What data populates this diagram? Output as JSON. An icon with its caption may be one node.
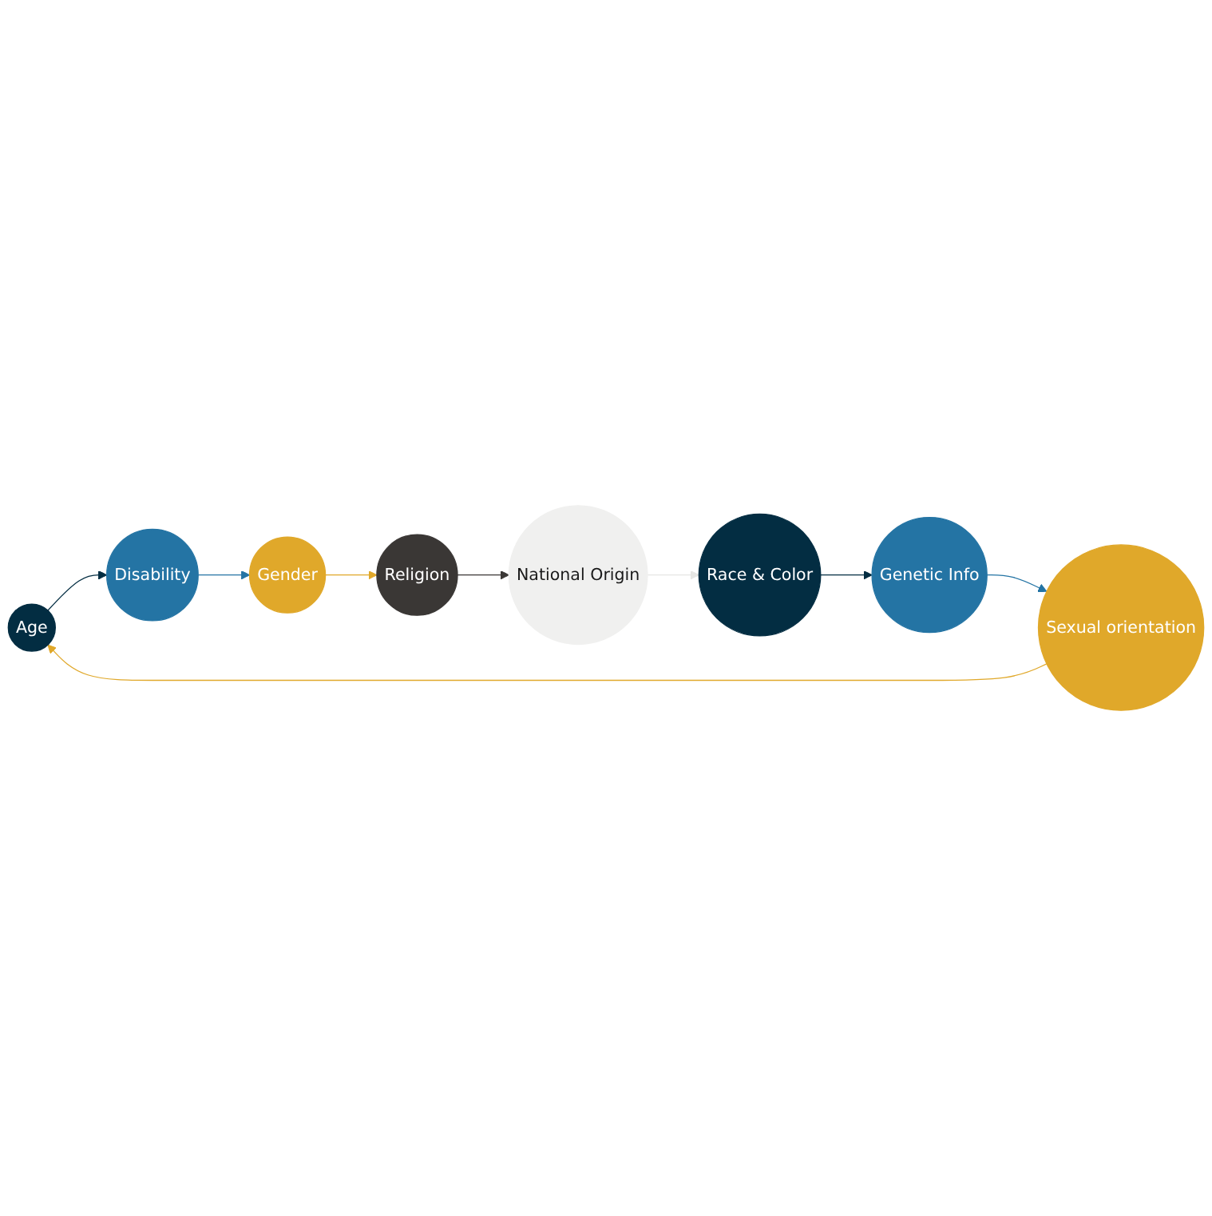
{
  "diagram": {
    "nodes": [
      {
        "text": [
          "Age"
        ]
      },
      {
        "text": [
          "Disability"
        ]
      },
      {
        "text": [
          "Gender"
        ]
      },
      {
        "text": [
          "Religion"
        ]
      },
      {
        "text": [
          "National Origin"
        ]
      },
      {
        "text": [
          "Race & Color"
        ]
      },
      {
        "text": [
          "Genetic Info"
        ]
      },
      {
        "text": [
          "Sexual orientation"
        ]
      }
    ],
    "edges": [
      {
        "from": 0,
        "to": 1,
        "arrow": "to",
        "color": "#032d42"
      },
      {
        "from": 1,
        "to": 2,
        "arrow": "to",
        "color": "#2474a4"
      },
      {
        "from": 2,
        "to": 3,
        "arrow": "to",
        "color": "#e0a82a"
      },
      {
        "from": 3,
        "to": 4,
        "arrow": "to",
        "color": "#3a3735"
      },
      {
        "from": 4,
        "to": 5,
        "arrow": "to",
        "color": "#e6e6e4"
      },
      {
        "from": 5,
        "to": 6,
        "arrow": "to",
        "color": "#032d42"
      },
      {
        "from": 6,
        "to": 7,
        "arrow": "to",
        "color": "#2474a4"
      },
      {
        "from": 7,
        "to": 0,
        "arrow": "to",
        "color": "#e0a82a"
      }
    ]
  }
}
